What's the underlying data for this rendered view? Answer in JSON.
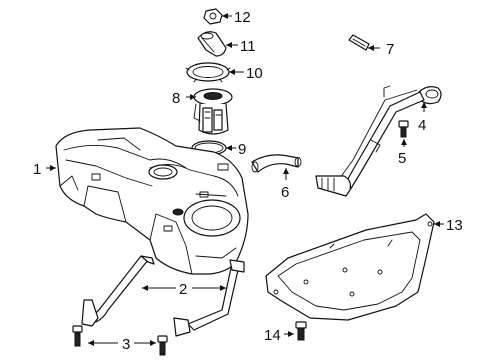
{
  "callouts": {
    "c1": "1",
    "c2": "2",
    "c3": "3",
    "c4": "4",
    "c5": "5",
    "c6": "6",
    "c7": "7",
    "c8": "8",
    "c9": "9",
    "c10": "10",
    "c11": "11",
    "c12": "12",
    "c13": "13",
    "c14": "14"
  },
  "parts": [
    {
      "ref": "1",
      "icon": "fuel-tank"
    },
    {
      "ref": "2",
      "icon": "tank-straps"
    },
    {
      "ref": "3",
      "icon": "strap-bolt"
    },
    {
      "ref": "4",
      "icon": "filler-pipe"
    },
    {
      "ref": "5",
      "icon": "filler-pipe-bolt"
    },
    {
      "ref": "6",
      "icon": "vent-hose"
    },
    {
      "ref": "7",
      "icon": "fuel-line-clip"
    },
    {
      "ref": "8",
      "icon": "fuel-pump-module"
    },
    {
      "ref": "9",
      "icon": "seal-ring"
    },
    {
      "ref": "10",
      "icon": "lock-ring"
    },
    {
      "ref": "11",
      "icon": "pump-cover"
    },
    {
      "ref": "12",
      "icon": "nut"
    },
    {
      "ref": "13",
      "icon": "heat-shield"
    },
    {
      "ref": "14",
      "icon": "shield-bolt"
    }
  ]
}
